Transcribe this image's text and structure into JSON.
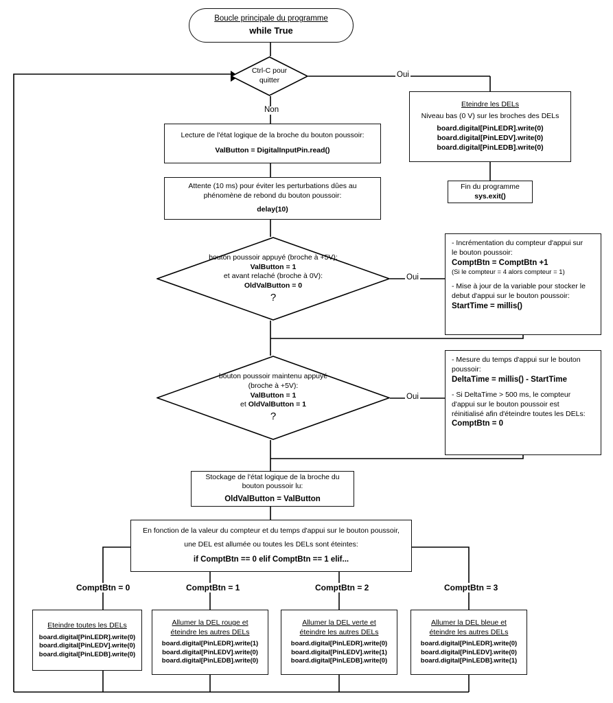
{
  "diagram": {
    "title": "Organigramme de la boucle principale du programme",
    "language": "fr",
    "edge_labels": {
      "yes": "Oui",
      "no": "Non"
    }
  },
  "nodes": {
    "main_loop": {
      "shape": "terminal",
      "title": "Boucle principale du programme",
      "code": "while True"
    },
    "ctrl_c": {
      "shape": "decision",
      "line1": "Ctrl-C pour",
      "line2": "quitter"
    },
    "turn_off_leds": {
      "shape": "process",
      "title": "Eteindre les DELs",
      "subtitle": "Niveau bas (0 V) sur les broches des DELs",
      "code1": "board.digital[PinLEDR].write(0)",
      "code2": "board.digital[PinLEDV].write(0)",
      "code3": "board.digital[PinLEDB].write(0)"
    },
    "end_program": {
      "shape": "process",
      "title": "Fin du programme",
      "code": "sys.exit()"
    },
    "read_pin": {
      "shape": "process",
      "text": "Lecture de l'état logique de la broche du bouton poussoir:",
      "code": "ValButton = DigitalInputPin.read()"
    },
    "debounce": {
      "shape": "process",
      "line1": "Attente (10 ms) pour éviter les perturbations dûes au",
      "line2": "phénomène de rebond du bouton poussoir:",
      "code": "delay(10)"
    },
    "decision_pressed": {
      "shape": "decision",
      "line1": "bouton poussoir appuyé (broche à +5V):",
      "code1": "ValButton = 1",
      "line2": "et avant relaché (broche à 0V):",
      "code2": "OldValButton = 0",
      "mark": "?"
    },
    "increment_counter": {
      "shape": "process",
      "line1": "- Incrémentation du compteur d'appui sur",
      "line2": "le bouton poussoir:",
      "code1": "ComptBtn = ComptBtn +1",
      "note": "(Si le compteur = 4 alors compteur = 1)",
      "line3": "- Mise à jour de la variable pour stocker le",
      "line4": "debut d'appui sur le bouton poussoir:",
      "code2": "StartTime = millis()"
    },
    "decision_held": {
      "shape": "decision",
      "line1": "bouton poussoir maintenu appuyé",
      "line2": "(broche à +5V):",
      "code1": "ValButton = 1",
      "line3_prefix": "et ",
      "code2": "OldValButton = 1",
      "mark": "?"
    },
    "measure_time": {
      "shape": "process",
      "line1": "- Mesure du temps d'appui sur le bouton",
      "line2": "poussoir:",
      "code1": "DeltaTime = millis() - StartTime",
      "line3": "- Si DeltaTime > 500 ms, le compteur",
      "line4": "d'appui sur le bouton poussoir est",
      "line5": "réinitialisé afin d'éteindre toutes les DELs:",
      "code2": "ComptBtn = 0"
    },
    "store_state": {
      "shape": "process",
      "line1": "Stockage de l'état logique de la broche du",
      "line2": "bouton poussoir lu:",
      "code": "OldValButton = ValButton"
    },
    "dispatch": {
      "shape": "process",
      "line1": "En fonction de la valeur du compteur et du temps d'appui sur le bouton poussoir,",
      "line2": "une DEL est allumée ou toutes les DELs sont éteintes:",
      "code": "if ComptBtn == 0 elif ComptBtn == 1 elif..."
    }
  },
  "branches": [
    {
      "label": "ComptBtn = 0",
      "title_line1": "Eteindre toutes les DELs",
      "title_line2": "",
      "code1": "board.digital[PinLEDR].write(0)",
      "code2": "board.digital[PinLEDV].write(0)",
      "code3": "board.digital[PinLEDB].write(0)"
    },
    {
      "label": "ComptBtn = 1",
      "title_line1": "Allumer la DEL rouge et",
      "title_line2": "éteindre les autres DELs",
      "code1": "board.digital[PinLEDR].write(1)",
      "code2": "board.digital[PinLEDV].write(0)",
      "code3": "board.digital[PinLEDB].write(0)"
    },
    {
      "label": "ComptBtn = 2",
      "title_line1": "Allumer la DEL verte et",
      "title_line2": "éteindre les autres DELs",
      "code1": "board.digital[PinLEDR].write(0)",
      "code2": "board.digital[PinLEDV].write(1)",
      "code3": "board.digital[PinLEDB].write(0)"
    },
    {
      "label": "ComptBtn = 3",
      "title_line1": "Allumer la DEL bleue et",
      "title_line2": "éteindre les autres DELs",
      "code1": "board.digital[PinLEDR].write(0)",
      "code2": "board.digital[PinLEDV].write(0)",
      "code3": "board.digital[PinLEDB].write(1)"
    }
  ],
  "colors": {
    "stroke": "#000000",
    "background": "#ffffff",
    "text": "#000000"
  }
}
